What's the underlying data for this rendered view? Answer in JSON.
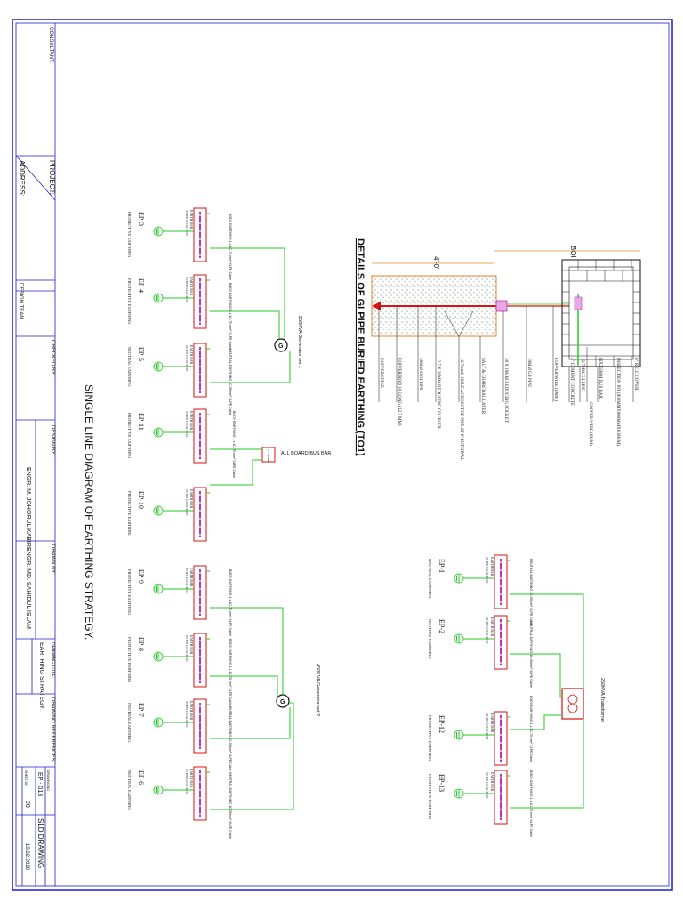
{
  "title_block": {
    "consultant": "CONSULTANT:",
    "project": "PROJECT:",
    "address": "ADDRESS:",
    "design_team": "DESIGN TEAM",
    "checked_by": "CHECKED BY",
    "designed_by": "DESIGN BY",
    "designer_name": "ENGR. M. JOHORUL KABIR",
    "drawn_by": "DRAWN BY",
    "drafter_name": "ENGR. MD. SAHIDUL ISLAM",
    "drawing_title_label": "DRAWING TITLE:",
    "drawing_title": "EARTHING STRATEGY",
    "drawing_references": "DRAWING REFERENCES",
    "sld_drawing": "SLD DRAWING",
    "date": "18.02.2020",
    "drawing_no_label": "DRAWING NO.",
    "drawing_no": "EP - 013",
    "sheet_no_label": "SHEET NO.",
    "sheet_no": "20"
  },
  "heading": "SINGLE LINE DIAGRAM OF EARTHING STRATEGY.",
  "details": {
    "title": "DETAILS OF GI PIPE BURIED EARTHING (TO1)",
    "dim_top": "4'-0\"",
    "dim_right": "BOI",
    "labels": [
      "6\" R.C.C COVER",
      "INSPECTION PIT (900MMX900MMX600MM)",
      "(6X25)MM BUS BAR",
      "COPPER WIRE (6MM)",
      "12.7MM G.I PIPE",
      "4\" CEMENT CONCRETE",
      "COPPER WIRE (6MM)",
      "19MM G.I PIPE",
      "38 X 19MM REDUCING SOCKET",
      "SALT & CHARCOAL LAYER",
      "12.7mmØ HOLE ACROSS THE PIPE AT 6\" INTERVAL",
      "12.7 X 38MM REDUCING COUPLER",
      "38MM Ø GI PIPE",
      "COPPER ROD 10' LONG (12.7 MM)",
      "COPPER SPIKE"
    ]
  },
  "common": {
    "earth_bar": "EARTH BAR",
    "earth_bar_sub": "AS PER LOCAL RULE",
    "body_cable": "BODY EARTHING 1 x 1C-70 mm² XLPE Cable",
    "neutral_cable": "NEUTRAL EARTHING 1C-95mm² XLPE Cable"
  },
  "sources": {
    "gen1": "250KVA Generator set 1",
    "gen2": "450KVA Generator set 2",
    "transformer": "250KVA Transformer",
    "bus_bar": "ALL BOARD BUS BAR",
    "panel": "L.T PANEL"
  },
  "pits": [
    {
      "id": "EP-3",
      "type": "PROTECTIVE EARTHING"
    },
    {
      "id": "EP-4",
      "type": "PROTECTIVE EARTHING"
    },
    {
      "id": "EP-5",
      "type": "NEUTRAL EARTHING"
    },
    {
      "id": "EP-11",
      "type": "PROTECTIVE EARTHING"
    },
    {
      "id": "EP-10",
      "type": "PROTECTIVE EARTHING"
    },
    {
      "id": "EP-9",
      "type": "PROTECTIVE EARTHING"
    },
    {
      "id": "EP-8",
      "type": "PROTECTIVE EARTHING"
    },
    {
      "id": "EP-7",
      "type": "NEUTRAL EARTHING"
    },
    {
      "id": "EP-6",
      "type": "NEUTRAL EARTHING"
    },
    {
      "id": "EP-1",
      "type": "NEUTRAL EARTHING"
    },
    {
      "id": "EP-2",
      "type": "NEUTRAL EARTHING"
    },
    {
      "id": "EP-12",
      "type": "PROTECTIVE EARTHING"
    },
    {
      "id": "EP-13",
      "type": "PROTECTIVE EARTHING"
    }
  ],
  "colors": {
    "frame": "#1c1ccc",
    "wire": "#22cc22",
    "bar": "#dd1111",
    "busbar": "#bb33bb",
    "accent": "#e08a30"
  }
}
